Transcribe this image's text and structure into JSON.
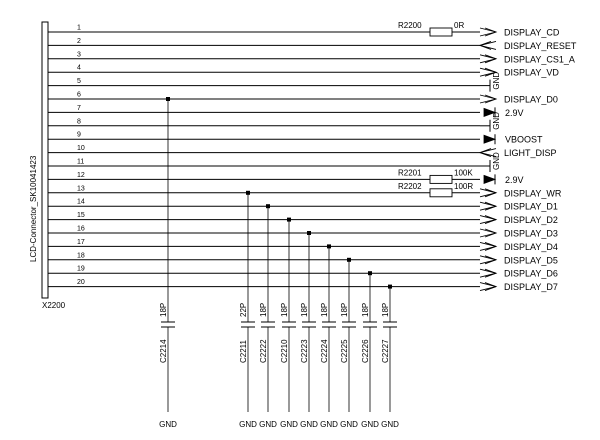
{
  "connector": {
    "ref": "X2200",
    "name": "LCD-Connector_SK10041423"
  },
  "pins": [
    {
      "num": "1",
      "net": "DISPLAY_CD",
      "dir": "out"
    },
    {
      "num": "2",
      "net": "DISPLAY_RESET",
      "dir": "in"
    },
    {
      "num": "3",
      "net": "DISPLAY_CS1_A",
      "dir": "out"
    },
    {
      "num": "4",
      "net": "DISPLAY_VD",
      "dir": "out"
    },
    {
      "num": "5",
      "net": "GND",
      "dir": "gnd"
    },
    {
      "num": "6",
      "net": "DISPLAY_D0",
      "dir": "out"
    },
    {
      "num": "7",
      "net": "2.9V",
      "dir": "power"
    },
    {
      "num": "8",
      "net": "GND",
      "dir": "gnd"
    },
    {
      "num": "9",
      "net": "VBOOST",
      "dir": "power"
    },
    {
      "num": "10",
      "net": "LIGHT_DISP",
      "dir": "in"
    },
    {
      "num": "11",
      "net": "GND",
      "dir": "gnd"
    },
    {
      "num": "12",
      "net": "2.9V",
      "dir": "power"
    },
    {
      "num": "13",
      "net": "DISPLAY_WR",
      "dir": "out"
    },
    {
      "num": "14",
      "net": "DISPLAY_D1",
      "dir": "out"
    },
    {
      "num": "15",
      "net": "DISPLAY_D2",
      "dir": "out"
    },
    {
      "num": "16",
      "net": "DISPLAY_D3",
      "dir": "out"
    },
    {
      "num": "17",
      "net": "DISPLAY_D4",
      "dir": "out"
    },
    {
      "num": "18",
      "net": "DISPLAY_D5",
      "dir": "out"
    },
    {
      "num": "19",
      "net": "DISPLAY_D6",
      "dir": "out"
    },
    {
      "num": "20",
      "net": "DISPLAY_D7",
      "dir": "out"
    }
  ],
  "resistors": [
    {
      "ref": "R2200",
      "value": "0R",
      "pin": 1
    },
    {
      "ref": "R2201",
      "value": "100K",
      "pin": 12
    },
    {
      "ref": "R2202",
      "value": "100R",
      "pin": 13
    }
  ],
  "capacitors": [
    {
      "ref": "C2214",
      "value": "18P",
      "pin": 6,
      "gnd": "GND"
    },
    {
      "ref": "C2211",
      "value": "22P",
      "pin": 13,
      "gnd": "GND"
    },
    {
      "ref": "C2222",
      "value": "18P",
      "pin": 14,
      "gnd": "GND"
    },
    {
      "ref": "C2210",
      "value": "18P",
      "pin": 15,
      "gnd": "GND"
    },
    {
      "ref": "C2223",
      "value": "18P",
      "pin": 16,
      "gnd": "GND"
    },
    {
      "ref": "C2224",
      "value": "18P",
      "pin": 17,
      "gnd": "GND"
    },
    {
      "ref": "C2225",
      "value": "18P",
      "pin": 18,
      "gnd": "GND"
    },
    {
      "ref": "C2226",
      "value": "18P",
      "pin": 19,
      "gnd": "GND"
    },
    {
      "ref": "C2227",
      "value": "18P",
      "pin": 20,
      "gnd": "GND"
    }
  ]
}
